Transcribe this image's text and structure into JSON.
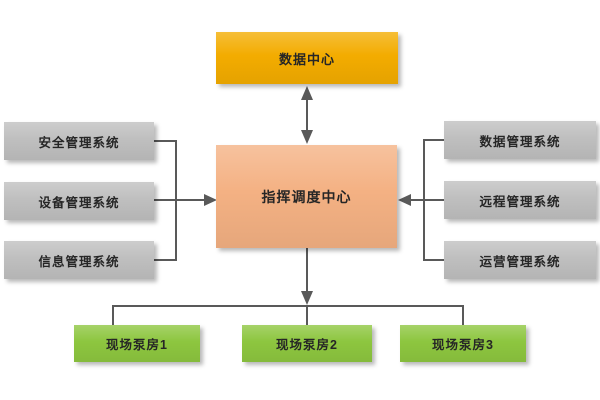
{
  "diagram": {
    "data_center": {
      "label": "数据中心"
    },
    "command_center": {
      "label": "指挥调度中心"
    },
    "left_systems": [
      {
        "label": "安全管理系统"
      },
      {
        "label": "设备管理系统"
      },
      {
        "label": "信息管理系统"
      }
    ],
    "right_systems": [
      {
        "label": "数据管理系统"
      },
      {
        "label": "远程管理系统"
      },
      {
        "label": "运营管理系统"
      }
    ],
    "pump_rooms": [
      {
        "label": "现场泵房1"
      },
      {
        "label": "现场泵房2"
      },
      {
        "label": "现场泵房3"
      }
    ],
    "colors": {
      "data_center_fill": "#F3AC00",
      "command_center_fill": "#F4B183",
      "system_fill": "#BFBFBF",
      "pump_room_fill": "#8DC63F",
      "connector": "#595959",
      "text": "#262626"
    }
  }
}
